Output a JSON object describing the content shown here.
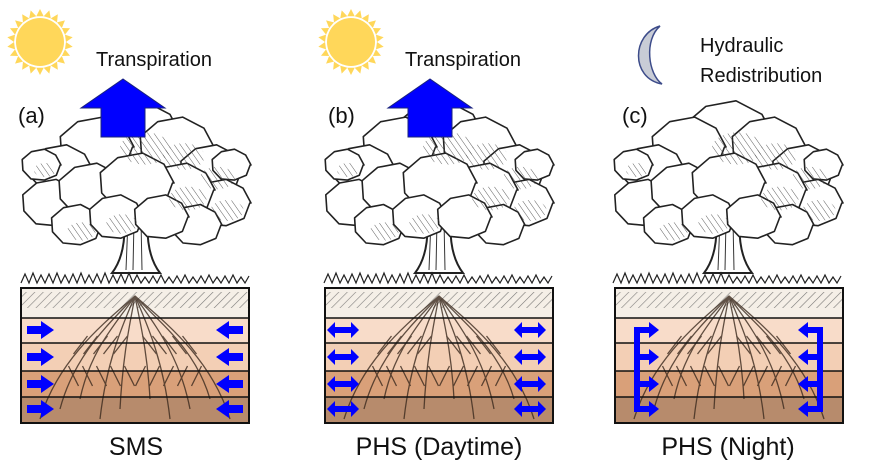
{
  "panels": [
    {
      "id": "a",
      "label": "(a)",
      "top_label": "Transpiration",
      "caption": "SMS",
      "sky": "sun",
      "mode": "inflow"
    },
    {
      "id": "b",
      "label": "(b)",
      "top_label": "Transpiration",
      "caption": "PHS (Daytime)",
      "sky": "sun",
      "mode": "bidirectional"
    },
    {
      "id": "c",
      "label": "(c)",
      "top_label_lines": [
        "Hydraulic",
        "Redistribution"
      ],
      "caption": "PHS (Night)",
      "sky": "moon",
      "mode": "redistribution"
    }
  ],
  "colors": {
    "arrow_blue": "#0000ff",
    "sun_fill": "#ffd75a",
    "moon_fill": "#c8ccd6",
    "moon_stroke": "#3d4c8a",
    "soil_layers": [
      "#f5efe7",
      "#f8dcc9",
      "#f3cfb5",
      "#d9a079",
      "#b78b6c"
    ]
  },
  "icons": [
    "sun-icon",
    "moon-icon",
    "tree-icon",
    "up-arrow-icon",
    "double-arrow-icon"
  ]
}
